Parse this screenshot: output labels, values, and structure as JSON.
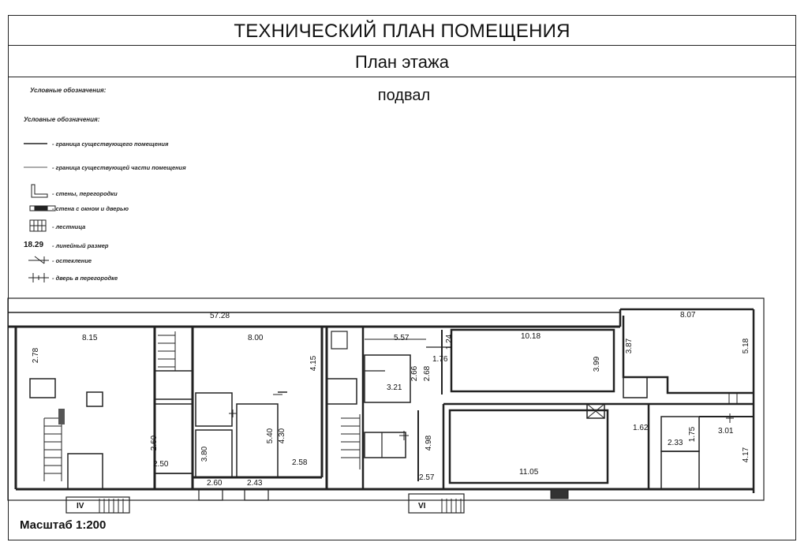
{
  "header": {
    "title": "ТЕХНИЧЕСКИЙ ПЛАН ПОМЕЩЕНИЯ",
    "subtitle": "План этажа"
  },
  "floor_label": "подвал",
  "legend": {
    "heading_top": "Условные обозначения:",
    "heading": "Условные обозначения:",
    "items": [
      {
        "icon": "solid-line-icon",
        "text": "- граница существующего помещения"
      },
      {
        "icon": "thin-line-icon",
        "text": "- граница существующей части помещения"
      },
      {
        "icon": "wall-corner-icon",
        "text": "- стены, перегородки"
      },
      {
        "icon": "wall-window-door-icon",
        "text": "- стена с окном и дверью"
      },
      {
        "icon": "stairs-icon",
        "text": "- лестница"
      },
      {
        "icon": "dimension-sample",
        "sample": "18.29",
        "text": "- линейный размер"
      },
      {
        "icon": "glazing-icon",
        "text": "- остекление"
      },
      {
        "icon": "partition-door-icon",
        "text": "- дверь в перегородке"
      }
    ]
  },
  "dimensions": {
    "d_57_28": "57.28",
    "d_8_15": "8.15",
    "d_2_78": "2.78",
    "d_8_00": "8.00",
    "d_4_15": "4.15",
    "d_5_57": "5.57",
    "d_1_24": "1.24",
    "d_10_18": "10.18",
    "d_3_99": "3.99",
    "d_8_07": "8.07",
    "d_3_87": "3.87",
    "d_5_18": "5.18",
    "d_2_66": "2.66",
    "d_2_68": "2.68",
    "d_1_76": "1.76",
    "d_3_21": "3.21",
    "d_2_60a": "2.60",
    "d_2_50": "2.50",
    "d_3_80": "3.80",
    "d_5_40": "5.40",
    "d_4_30": "4.30",
    "d_2_58": "2.58",
    "d_2_60b": "2.60",
    "d_2_43": "2.43",
    "d_4_98": "4.98",
    "d_2_57": "2.57",
    "d_11_05": "11.05",
    "d_1_62": "1.62",
    "d_2_33": "2.33",
    "d_1_75": "1.75",
    "d_3_01": "3.01",
    "d_4_17": "4.17"
  },
  "entrances": {
    "iv": "IV",
    "vi": "VI"
  },
  "scale": "Масштаб 1:200"
}
